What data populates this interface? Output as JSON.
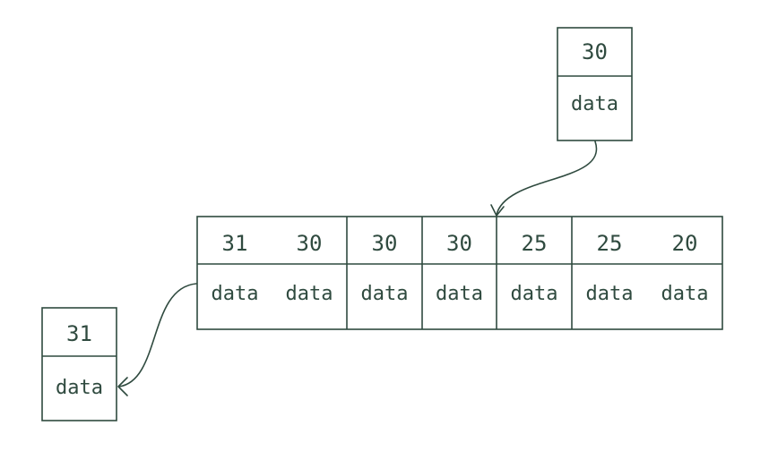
{
  "incoming_record": {
    "key": "30",
    "value": "data"
  },
  "array": {
    "cells": [
      {
        "key": "31",
        "value": "data"
      },
      {
        "key": "30",
        "value": "data"
      },
      {
        "key": "30",
        "value": "data"
      },
      {
        "key": "30",
        "value": "data"
      },
      {
        "key": "25",
        "value": "data"
      },
      {
        "key": "25",
        "value": "data"
      },
      {
        "key": "20",
        "value": "data"
      }
    ]
  },
  "evicted_record": {
    "key": "31",
    "value": "data"
  }
}
